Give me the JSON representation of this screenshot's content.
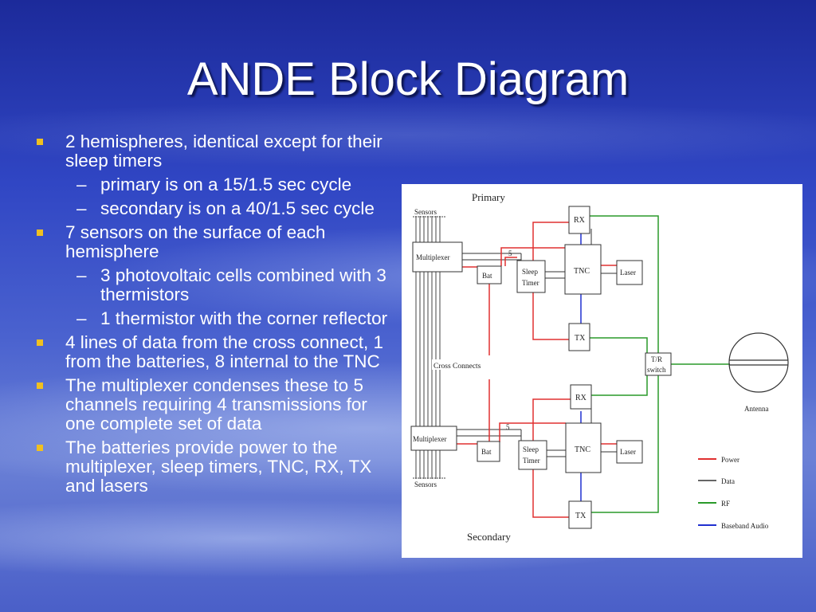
{
  "slide": {
    "title": "ANDE Block Diagram"
  },
  "bullets": [
    {
      "level": 1,
      "text": "2 hemispheres, identical except for their sleep timers"
    },
    {
      "level": 2,
      "text": "primary is on a 15/1.5 sec cycle"
    },
    {
      "level": 2,
      "text": "secondary is on a 40/1.5 sec cycle"
    },
    {
      "level": 1,
      "text": "7 sensors on the surface of each hemisphere"
    },
    {
      "level": 2,
      "text": "3 photovoltaic cells combined with 3 thermistors"
    },
    {
      "level": 2,
      "text": "1 thermistor with the corner reflector"
    },
    {
      "level": 1,
      "text": "4 lines of data from the cross connect, 1 from the batteries, 8 internal to the TNC"
    },
    {
      "level": 1,
      "text": "The multiplexer condenses these to 5 channels requiring 4 transmissions for one complete set of data"
    },
    {
      "level": 1,
      "text": "The batteries provide power to the multiplexer, sleep timers, TNC, RX, TX and lasers"
    }
  ],
  "diagram": {
    "primary_label": "Primary",
    "secondary_label": "Secondary",
    "sensors_label": "Sensors",
    "multiplexer_label": "Multiplexer",
    "bat_label": "Bat",
    "sleep_timer_line1": "Sleep",
    "sleep_timer_line2": "Timer",
    "tnc_label": "TNC",
    "laser_label": "Laser",
    "rx_label": "RX",
    "tx_label": "TX",
    "channel_count": "5",
    "cross_connects_label": "Cross Connects",
    "tr_switch_line1": "T/R",
    "tr_switch_line2": "switch",
    "antenna_label": "Antenna",
    "legend": [
      {
        "label": "Power",
        "color": "#e03030"
      },
      {
        "label": "Data",
        "color": "#333333"
      },
      {
        "label": "RF",
        "color": "#2a9a2a"
      },
      {
        "label": "Baseband Audio",
        "color": "#2030d0"
      }
    ]
  }
}
